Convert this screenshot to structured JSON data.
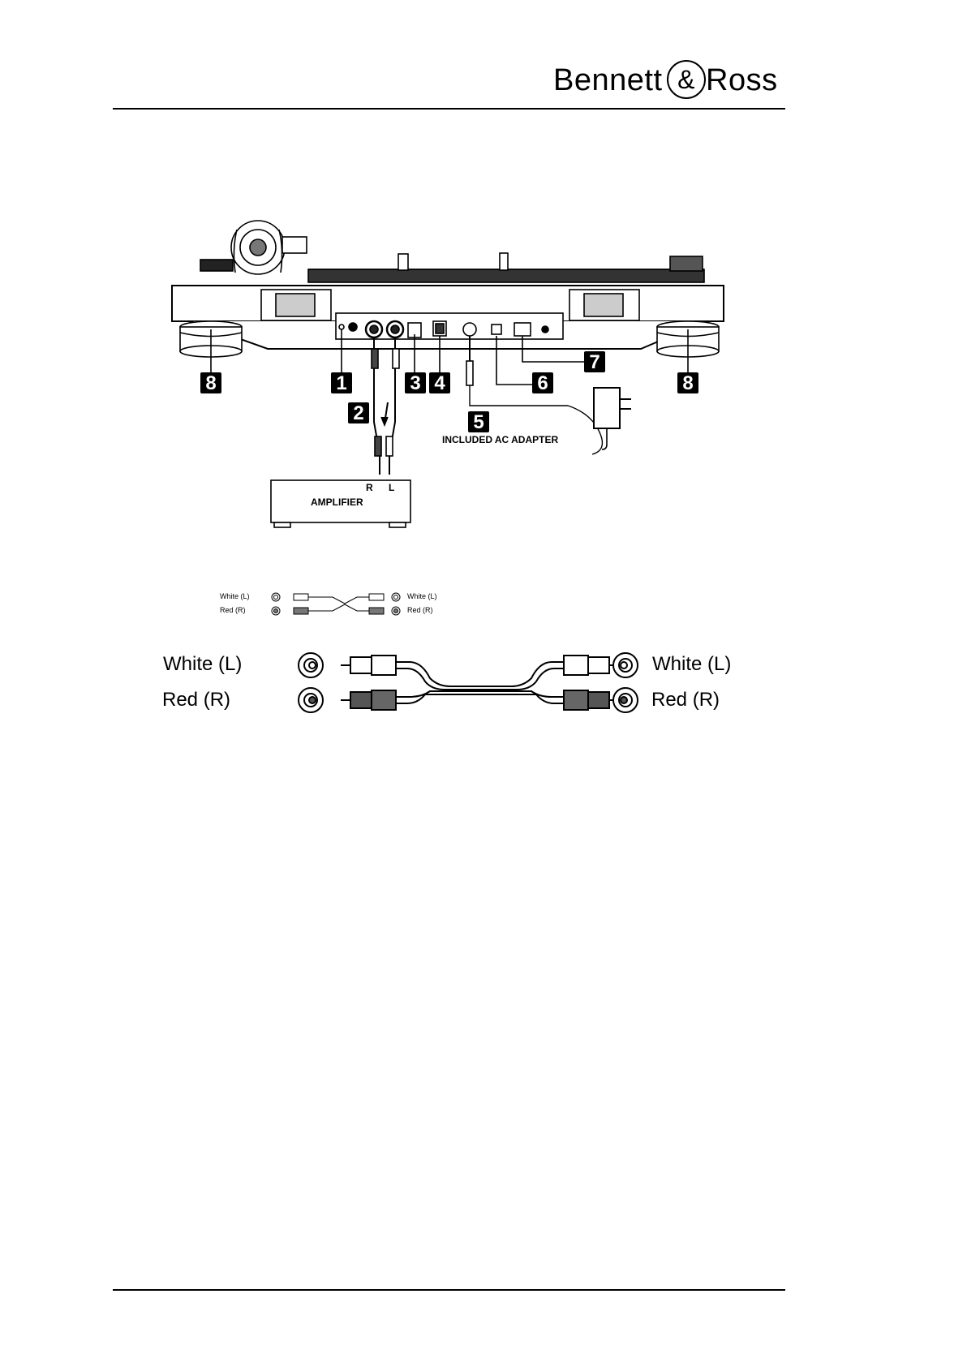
{
  "header": {
    "brand_left": "Bennett",
    "brand_amp": "&",
    "brand_right": "Ross"
  },
  "diagram": {
    "callouts": [
      "1",
      "2",
      "3",
      "4",
      "5",
      "6",
      "7",
      "8",
      "8"
    ],
    "ac_adapter_label": "INCLUDED AC ADAPTER",
    "amplifier": {
      "label": "AMPLIFIER",
      "right": "R",
      "left": "L"
    }
  },
  "cable_small": {
    "left_top": "White (L)",
    "left_bottom": "Red (R)",
    "right_top": "White (L)",
    "right_bottom": "Red (R)"
  },
  "cable_large": {
    "left_top": "White (L)",
    "left_bottom": "Red (R)",
    "right_top": "White (L)",
    "right_bottom": "Red (R)"
  }
}
